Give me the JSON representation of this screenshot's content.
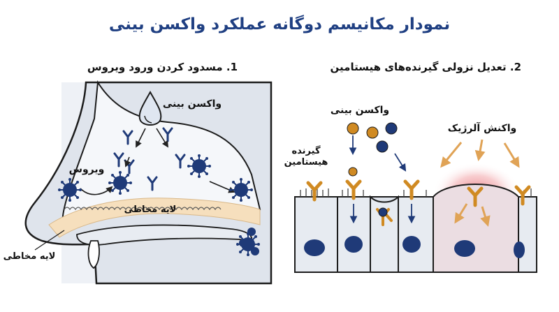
{
  "title": "نمودار مکانیسم دوگانه عملکرد واکسن بینی",
  "left_panel": {
    "heading": "1. مسدود کردن ورود ویروس",
    "vaccine_label": "واکسن بینی",
    "virus_label": "ویروس",
    "mucus_inner_label": "لایه مخاطی",
    "mucus_outer_label": "لایه مخاطی"
  },
  "right_panel": {
    "heading": "2. تعدیل نزولی گیرنده‌های هیستامین",
    "vaccine_label": "واکسن بینی",
    "receptor_label_line1": "گیرنده",
    "receptor_label_line2": "هیستامین",
    "allergy_label": "واکنش آلرژیک"
  },
  "colors": {
    "title": "#1f3f82",
    "virus": "#1f3a78",
    "receptor": "#d08a22",
    "mucus": "#f6dfbd",
    "tissue": "#dfe4ec",
    "nucleus": "#1f3a78",
    "inflammation": "#e9727b"
  }
}
